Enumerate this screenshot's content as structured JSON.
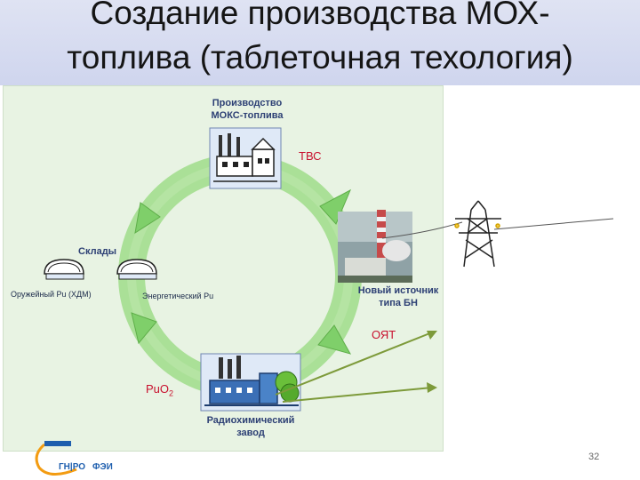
{
  "slide": {
    "title_line1": "Создание производства МОХ-",
    "title_line2": "топлива (таблеточная техология)",
    "page_number": "32"
  },
  "diagram": {
    "mox_production": [
      "Производство",
      "МОКС-топлива"
    ],
    "tvs": "ТВС",
    "warehouses": "Склады",
    "weapons_pu": "Оружейный Pu  (ХДМ)",
    "energy_pu": "Энергетический Pu",
    "new_source": [
      "Новый источник",
      "типа БН"
    ],
    "oyat": "ОЯТ",
    "puo2": "PuO",
    "puo2_sub": "2",
    "radiochem_plant": [
      "Радиохимический",
      "завод"
    ]
  },
  "logo": {
    "text_left": "ГН|РО",
    "text_right": "ФЭИ"
  },
  "colors": {
    "cycle_ring": "#9fdc8a",
    "cycle_arrow": "#7fcf6a",
    "panel_bg": "#e8f3e3",
    "label_blue": "#2c3f74",
    "label_red": "#c8102e",
    "grid_line": "#7d9a3a"
  }
}
